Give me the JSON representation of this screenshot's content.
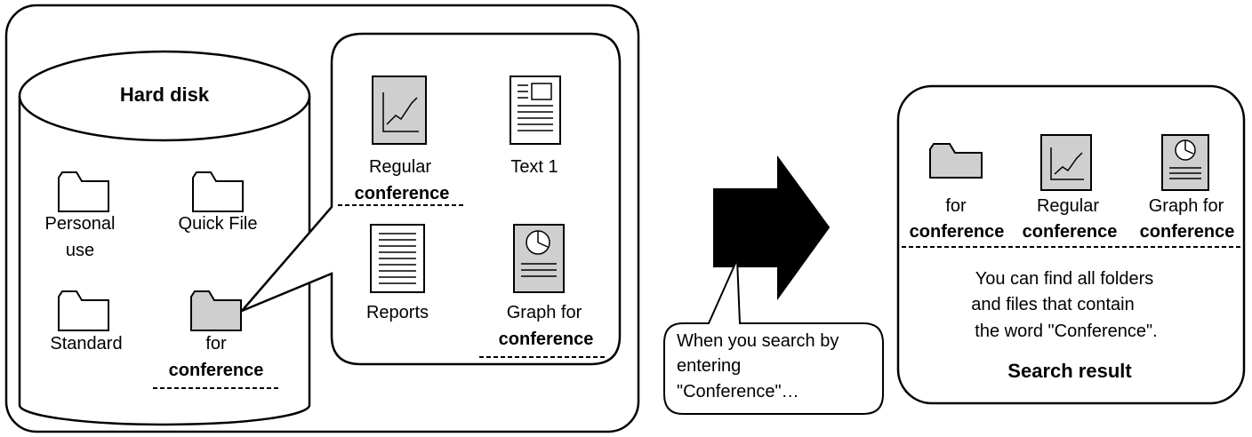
{
  "hard_disk": {
    "title": "Hard disk",
    "folders": {
      "personal_use": [
        "Personal",
        "use"
      ],
      "quick_file": "Quick File",
      "standard": "Standard",
      "for_conference": [
        "for",
        "conference"
      ]
    }
  },
  "folder_contents": {
    "regular_conference": [
      "Regular",
      "conference"
    ],
    "text1": "Text 1",
    "reports": "Reports",
    "graph_for_conference": [
      "Graph for",
      "conference"
    ]
  },
  "callout": [
    "When you search by",
    "entering",
    "\"Conference\"…"
  ],
  "search_result": {
    "items": {
      "for_conference": [
        "for",
        "conference"
      ],
      "regular_conference": [
        "Regular",
        "conference"
      ],
      "graph_for_conference": [
        "Graph for",
        "conference"
      ]
    },
    "description": [
      "You can find all folders",
      "and files that contain",
      "the word \"Conference\"."
    ],
    "title": "Search result"
  },
  "colors": {
    "icon_fill": "#cfcfcf",
    "stroke": "#000000",
    "background": "#ffffff"
  },
  "icons": [
    "folder-icon",
    "graph-document-icon",
    "text-document-icon",
    "reports-document-icon",
    "pie-document-icon",
    "arrow-right-icon"
  ]
}
